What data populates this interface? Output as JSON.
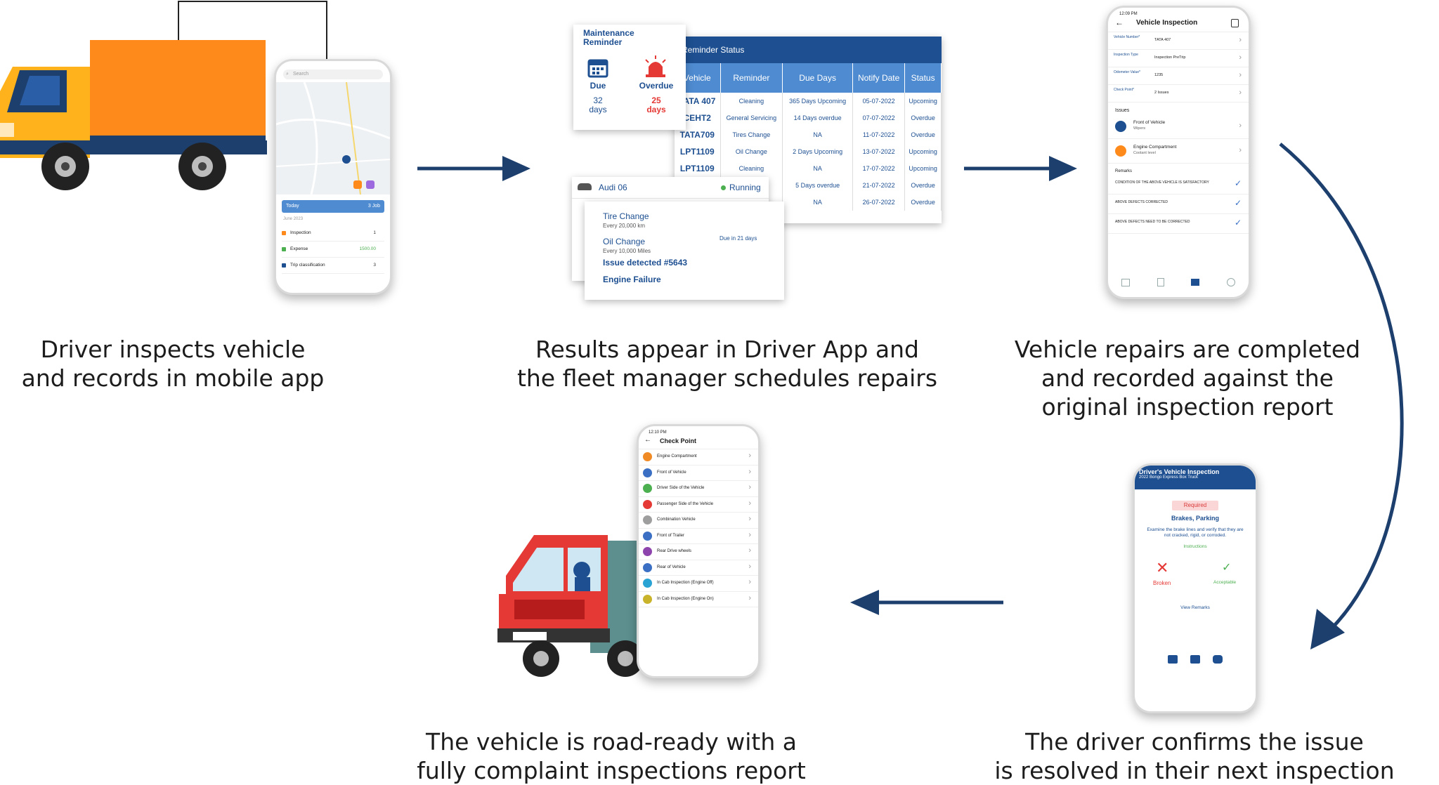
{
  "captions": {
    "step1": [
      "Driver inspects vehicle",
      "and records in mobile app"
    ],
    "step2": [
      "Results appear in Driver App and",
      "the fleet manager schedules repairs"
    ],
    "step3": [
      "Vehicle repairs are completed",
      "and recorded against the",
      "original inspection report"
    ],
    "step4": [
      "The driver confirms the issue",
      "is resolved in their next inspection"
    ],
    "step5": [
      "The vehicle is road-ready with a",
      "fully complaint inspections report"
    ]
  },
  "phone1": {
    "search_placeholder": "Search",
    "today_label": "Today",
    "today_count": "3 Job",
    "date_label": "June 2023",
    "items": [
      {
        "label": "Inspection",
        "value": "1"
      },
      {
        "label": "Expense",
        "value": "1500.00"
      },
      {
        "label": "Trip classification",
        "value": "3"
      }
    ]
  },
  "maintenance": {
    "title_lines": [
      "Maintenance",
      "Reminder"
    ],
    "due_label": "Due",
    "due_value_lines": [
      "32",
      "days"
    ],
    "overdue_label": "Overdue",
    "overdue_value_lines": [
      "25",
      "days"
    ]
  },
  "reminder_table": {
    "title": "Reminder Status",
    "columns": [
      "Vehicle",
      "Reminder",
      "Due Days",
      "Notify Date",
      "Status"
    ],
    "rows": [
      [
        "TATA 407",
        "Cleaning",
        "365 Days Upcoming",
        "05-07-2022",
        "Upcoming"
      ],
      [
        "CEHT2",
        "General Servicing",
        "14 Days overdue",
        "07-07-2022",
        "Overdue"
      ],
      [
        "TATA709",
        "Tires Change",
        "NA",
        "11-07-2022",
        "Overdue"
      ],
      [
        "LPT1109",
        "Oil Change",
        "2 Days Upcoming",
        "13-07-2022",
        "Upcoming"
      ],
      [
        "LPT1109",
        "Cleaning",
        "NA",
        "17-07-2022",
        "Upcoming"
      ],
      [
        "",
        "",
        "5 Days overdue",
        "21-07-2022",
        "Overdue"
      ],
      [
        "",
        "",
        "NA",
        "26-07-2022",
        "Overdue"
      ]
    ]
  },
  "audi_card": {
    "vehicle": "Audi 06",
    "status": "Running"
  },
  "service_card": {
    "tire_title": "Tire Change",
    "tire_sub": "Every 20,000 km",
    "oil_title": "Oil Change",
    "oil_sub": "Every 10,000 Miles",
    "due_text": "Due in 21 days",
    "issue": "Issue detected #5643",
    "failure": "Engine Failure"
  },
  "phone3": {
    "time": "12:09 PM",
    "title": "Vehicle Inspection",
    "fields": [
      {
        "label": "Vehicle Number*",
        "value": "TATA 407"
      },
      {
        "label": "Inspection Type",
        "value": "Inspection PreTrip"
      },
      {
        "label": "Odometer Value*",
        "value": "1235"
      },
      {
        "label": "Check Point*",
        "value": "2 Issues"
      }
    ],
    "issues_label": "Issues",
    "issues": [
      {
        "title": "Front of Vehicle",
        "sub": "Wipers"
      },
      {
        "title": "Engine Compartment",
        "sub": "Coolant level"
      }
    ],
    "remarks_label": "Remarks",
    "remarks": [
      "CONDITION OF THE ABOVE VEHICLE IS SATISFACTORY",
      "ABOVE DEFECTS CORRECTED",
      "ABOVE DEFECTS NEED TO BE CORRECTED"
    ]
  },
  "phone4": {
    "title": "Driver's Vehicle Inspection",
    "subtitle": "2022 Bongo Express Box Truck",
    "required": "Required",
    "check": "Brakes, Parking",
    "instruction": "Examine the brake lines and verify that they are not cracked, rigid, or corroded.",
    "instructions_link": "Instructions",
    "broken": "Broken",
    "acceptable": "Acceptable",
    "view_remarks": "View Remarks"
  },
  "phone5": {
    "time": "12:10 PM",
    "title": "Check Point",
    "items": [
      "Engine Compartment",
      "Front of Vehicle",
      "Driver Side of the Vehicle",
      "Passenger Side of the Vehicle",
      "Combination Vehicle",
      "Front of Trailer",
      "Rear Drive wheels",
      "Rear of Vehicle",
      "In Cab Inspection (Engine Off)",
      "In Cab Inspection (Engine On)"
    ],
    "icon_colors": [
      "#f08a24",
      "#3a6fc4",
      "#4caf50",
      "#e53935",
      "#9e9e9e",
      "#3a6fc4",
      "#8e44ad",
      "#3a6fc4",
      "#29a3d4",
      "#c9b32b"
    ]
  },
  "colors": {
    "navy": "#1d3f6e",
    "brand_blue": "#1d4f91",
    "orange": "#ff8a1c",
    "red_truck": "#e53935"
  }
}
